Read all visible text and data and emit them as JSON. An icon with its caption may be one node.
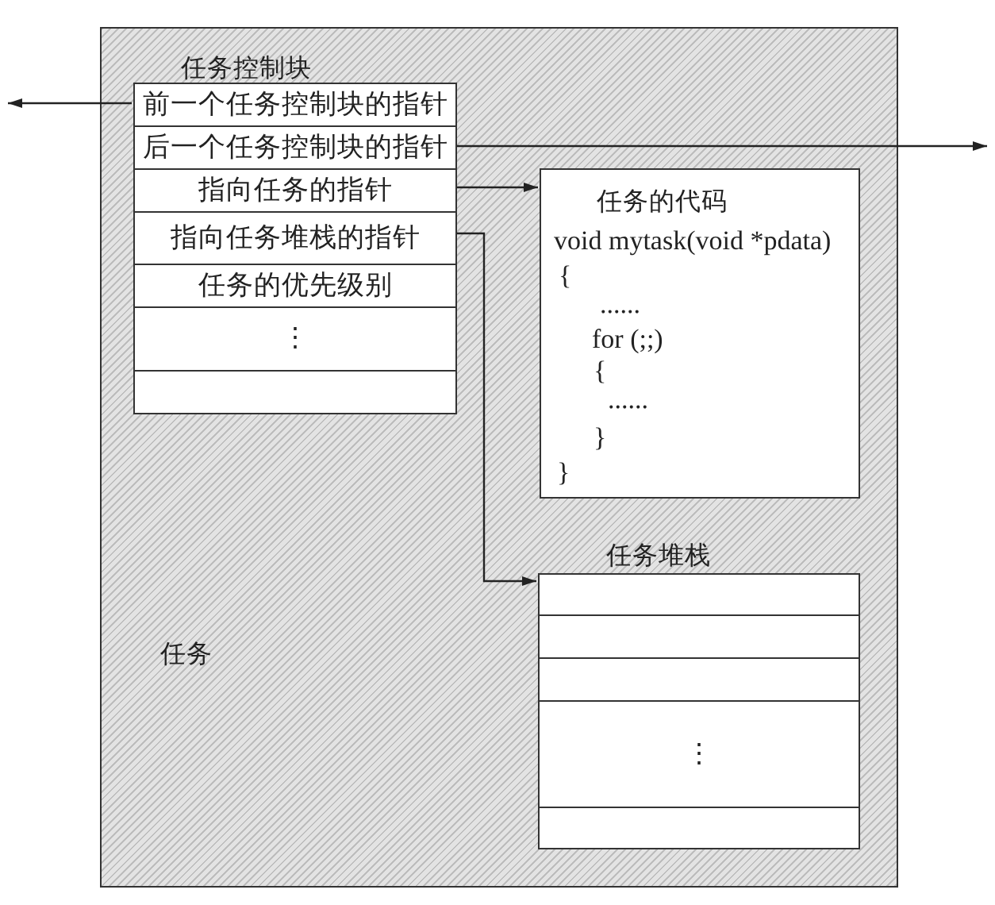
{
  "diagram": {
    "nodes": [
      {
        "text": [
          "任务"
        ]
      },
      {
        "text": [
          "任务控制块"
        ],
        "in": 0
      },
      {
        "text": [
          "前一个任务控制块的指针"
        ],
        "in": 1
      },
      {
        "text": [
          "后一个任务控制块的指针"
        ],
        "in": 1
      },
      {
        "text": [
          "指向任务的指针"
        ],
        "in": 1
      },
      {
        "text": [
          "指向任务堆栈的指针"
        ],
        "in": 1
      },
      {
        "text": [
          "任务的优先级别"
        ],
        "in": 1
      },
      {
        "text": [
          "⋮"
        ],
        "in": 1
      },
      {
        "text": [],
        "shape": "box",
        "in": 1
      },
      {
        "text": [
          "任务的代码",
          "void mytask(void *pdata)",
          "{",
          "......",
          "for (;;)",
          "{",
          "......",
          "}",
          "}"
        ],
        "in": 0
      },
      {
        "text": [
          "任务堆栈"
        ],
        "in": 0
      },
      {
        "text": [],
        "shape": "box",
        "in": 10
      },
      {
        "text": [],
        "shape": "box",
        "in": 10
      },
      {
        "text": [],
        "shape": "box",
        "in": 10
      },
      {
        "text": [
          "⋮"
        ],
        "in": 10
      },
      {
        "text": [],
        "shape": "box",
        "in": 10
      }
    ],
    "edges": [
      {
        "from": 2,
        "to": null,
        "arrow": "to"
      },
      {
        "from": 3,
        "to": null,
        "arrow": "to"
      },
      {
        "from": 4,
        "to": 9,
        "arrow": "to"
      },
      {
        "from": 5,
        "to": 10,
        "arrow": "to"
      }
    ]
  }
}
